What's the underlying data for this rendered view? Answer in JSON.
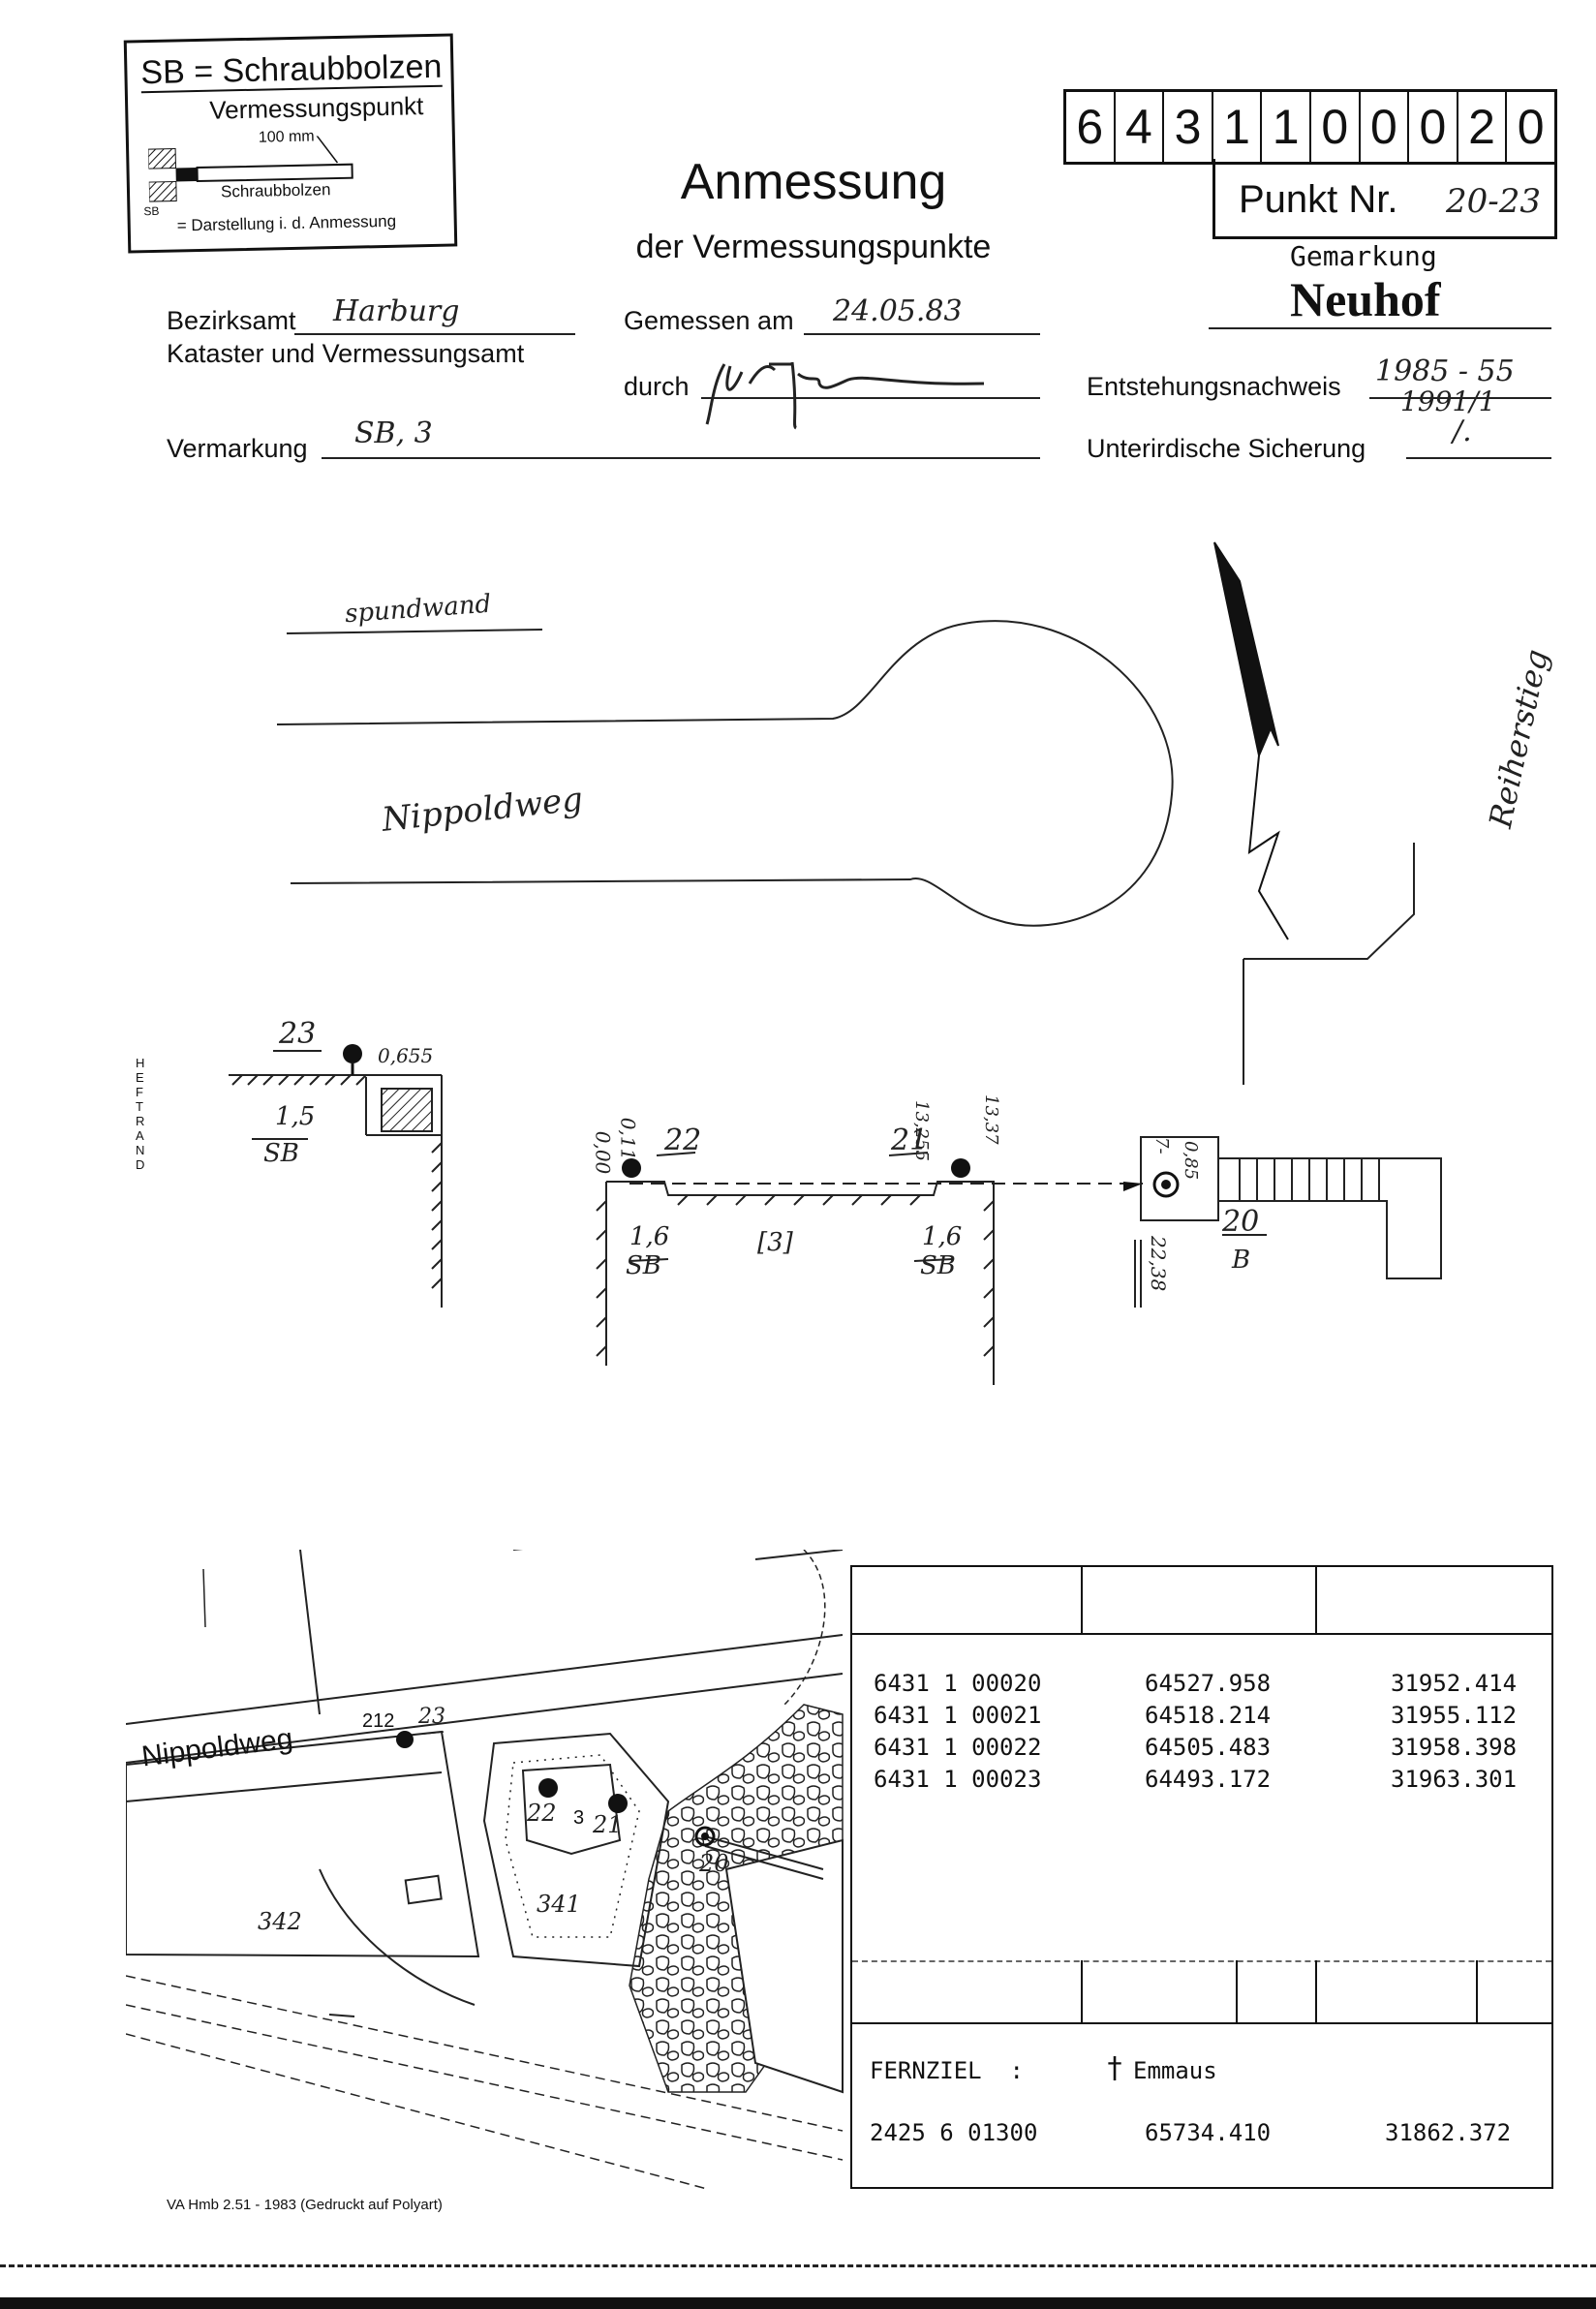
{
  "legend": {
    "title": "SB = Schraubbolzen",
    "point_label": "Vermessungspunkt",
    "size_label": "100 mm",
    "bolt_label": "Schraubbolzen",
    "symbol_text": "SB",
    "representation": "= Darstellung i. d. Anmessung"
  },
  "header": {
    "title": "Anmessung",
    "subtitle": "der Vermessungspunkte",
    "number_digits": [
      "6",
      "4",
      "3",
      "1",
      "1",
      "0",
      "0",
      "0",
      "2",
      "0"
    ],
    "punkt_label": "Punkt Nr.",
    "punkt_value": "20-23",
    "gemarkung_label": "Gemarkung",
    "gemarkung_value": "Neuhof"
  },
  "fields": {
    "bezirksamt_label": "Bezirksamt",
    "bezirksamt_value": "Harburg",
    "amt_line": "Kataster und Vermessungsamt",
    "gemessen_label": "Gemessen am",
    "gemessen_value": "24.05.83",
    "durch_label": "durch",
    "entstehung_label": "Entstehungsnachweis",
    "entstehung_value1": "1985 - 55",
    "entstehung_value2": "1991/1",
    "vermarkung_label": "Vermarkung",
    "vermarkung_value": "SB, 3",
    "unterirdisch_label": "Unterirdische Sicherung",
    "unterirdisch_value": "/."
  },
  "sketch": {
    "spundwand": "spundwand",
    "street": "Nippoldweg",
    "side_street": "Reiherstieg",
    "heftrand": "HEFTRAND",
    "p23": "23",
    "p23_dist": "0,655",
    "p23_depth": "1,5",
    "p23_type": "SB",
    "p22": "22",
    "p22_d1": "0,00",
    "p22_d2": "0,11",
    "p22_depth": "1,6",
    "p22_type": "SB",
    "p21": "21",
    "p21_d1": "13,255",
    "p21_d2": "13,37",
    "p21_depth": "1,6",
    "p21_type": "SB",
    "building_no": "[3]",
    "p20": "20",
    "p20_type": "B",
    "p20_d1": "0,85",
    "p20_d2": "7-",
    "p20_d3": "22,38"
  },
  "map": {
    "street": "Nippoldweg",
    "parcel_212": "212",
    "pt_23": "23",
    "pt_22": "22",
    "pt_21": "21",
    "pt_20": "20",
    "house_no": "3",
    "parcel_341": "341",
    "parcel_342": "342"
  },
  "coords": {
    "rows": [
      {
        "id": "6431 1 00020",
        "x": "64527.958",
        "y": "31952.414"
      },
      {
        "id": "6431 1 00021",
        "x": "64518.214",
        "y": "31955.112"
      },
      {
        "id": "6431 1 00022",
        "x": "64505.483",
        "y": "31958.398"
      },
      {
        "id": "6431 1 00023",
        "x": "64493.172",
        "y": "31963.301"
      }
    ],
    "fernziel_label": "FERNZIEL  :",
    "fernziel_name": "Emmaus",
    "fernziel_id": "2425 6 01300",
    "fernziel_x": "65734.410",
    "fernziel_y": "31862.372"
  },
  "footer": "VA Hmb 2.51 - 1983 (Gedruckt auf Polyart)"
}
